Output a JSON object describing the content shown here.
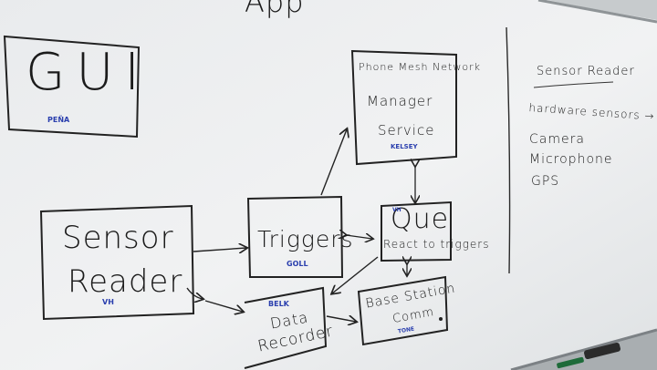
{
  "board": {
    "title_fragment": "App",
    "boxes": {
      "gui": {
        "label": "GUI",
        "owner": "PEÑA"
      },
      "sensor_reader": {
        "line1": "Sensor",
        "line2": "Reader",
        "owner": "VH"
      },
      "triggers": {
        "label": "Triggers",
        "owner": "GOLL"
      },
      "mesh_manager": {
        "line1": "Phone Mesh Network",
        "line2": "Manager",
        "line3": "Service",
        "owner": "KELSEY"
      },
      "que": {
        "label": "Que",
        "subtitle": "React to triggers",
        "owner": "VH"
      },
      "data_recorder": {
        "line1": "Data",
        "line2": "Recorder",
        "owner": "BELK"
      },
      "base_station": {
        "line1": "Base Station",
        "line2": "Comm",
        "owner": "TONE"
      }
    },
    "notes": {
      "heading": "Sensor Reader",
      "items": [
        "hardware sensors → Accelerometer",
        "Camera",
        "Microphone",
        "GPS"
      ]
    }
  },
  "colors": {
    "whiteboard": "#eceef0",
    "ink": "#1b1b1b",
    "owner_ink": "#2a3fae",
    "wall": "#b9bdc0"
  }
}
